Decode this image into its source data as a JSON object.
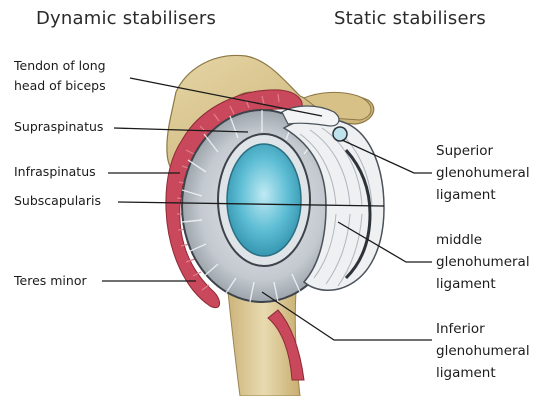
{
  "headings": {
    "dynamic": "Dynamic stabilisers",
    "static": "Static stabilisers"
  },
  "labels": {
    "tendon_biceps": [
      "Tendon of long",
      "head of biceps"
    ],
    "supraspinatus": "Supraspinatus",
    "infraspinatus": "Infraspinatus",
    "subscapularis": "Subscapularis",
    "teres_minor": "Teres minor",
    "superior_ligament": [
      "Superior",
      "glenohumeral",
      "ligament"
    ],
    "middle_ligament": [
      "middle",
      "glenohumeral",
      "ligament"
    ],
    "inferior_ligament": [
      "Inferior",
      "glenohumeral",
      "ligament"
    ]
  },
  "colors": {
    "bone": "#d9c48f",
    "muscle": "#c9485b",
    "capsule": "#b9c0c8",
    "glenoid_cartilage": "#4fb3cc",
    "ligament": "#eef0f2",
    "leader_line": "#1a1a1a"
  }
}
